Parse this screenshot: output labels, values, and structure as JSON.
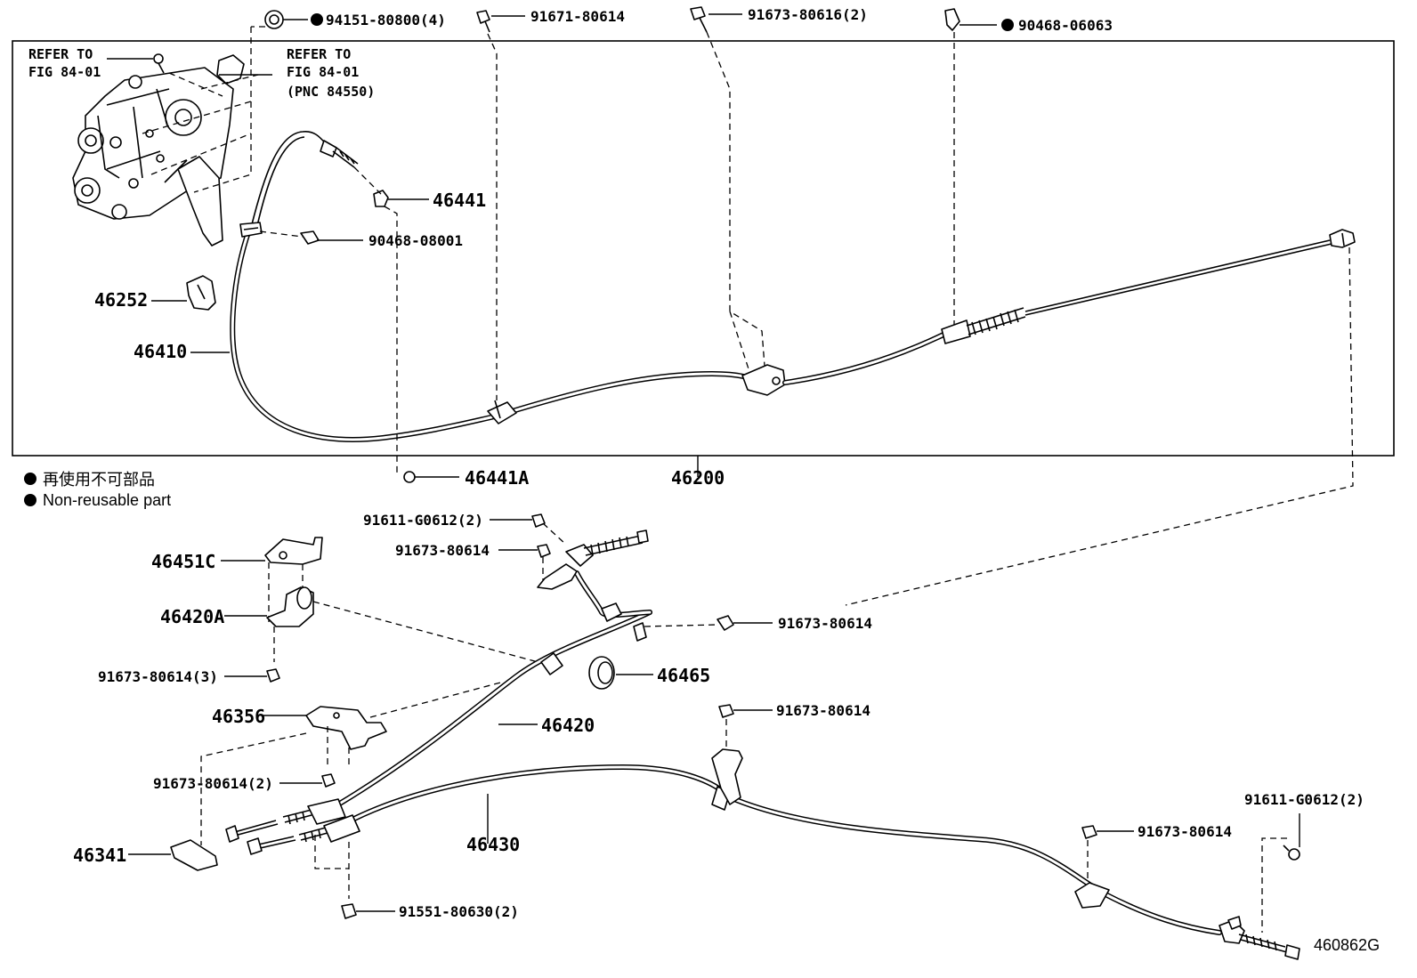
{
  "diagram_id": "460862G",
  "legend": {
    "jp_text": "再使用不可部品",
    "en_text": "Non-reusable part"
  },
  "refer": {
    "left": {
      "line1": "REFER TO",
      "line2": "FIG 84-01"
    },
    "right": {
      "line1": "REFER TO",
      "line2": "FIG 84-01",
      "line3": "(PNC 84550)"
    }
  },
  "parts": {
    "p94151": "94151-80800(4)",
    "p91671": "91671-80614",
    "p91673_2_top": "91673-80616(2)",
    "p90468_06063": "90468-06063",
    "p46441": "46441",
    "p90468_08001": "90468-08001",
    "p46252": "46252",
    "p46410": "46410",
    "p46441A": "46441A",
    "p46200": "46200",
    "p91611_mid": "91611-G0612(2)",
    "p91673_mid": "91673-80614",
    "p46451C": "46451C",
    "p46420A": "46420A",
    "p91673_3": "91673-80614(3)",
    "p91673_right": "91673-80614",
    "p46465": "46465",
    "p46356": "46356",
    "p46420": "46420",
    "p91673_lower": "91673-80614",
    "p91673_2_lower": "91673-80614(2)",
    "p46430": "46430",
    "p46341": "46341",
    "p91611_right": "91611-G0612(2)",
    "p91673_far": "91673-80614",
    "p91551": "91551-80630(2)"
  },
  "non_reusable_marked": [
    "94151-80800(4)",
    "90468-06063"
  ]
}
